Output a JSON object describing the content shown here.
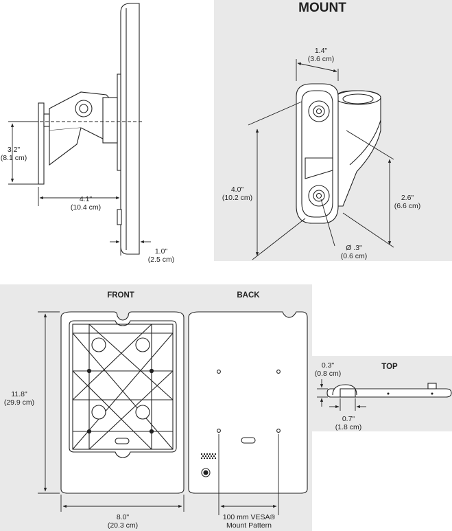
{
  "side_view": {
    "dims": [
      {
        "in": "3.2\"",
        "cm": "(8.1 cm)"
      },
      {
        "in": "4.1\"",
        "cm": "(10.4 cm)"
      },
      {
        "in": "1.0\"",
        "cm": "(2.5 cm)"
      }
    ]
  },
  "mount": {
    "title": "MOUNT",
    "dims": [
      {
        "in": "1.4\"",
        "cm": "(3.6 cm)"
      },
      {
        "in": "4.0\"",
        "cm": "(10.2 cm)"
      },
      {
        "in": "2.6\"",
        "cm": "(6.6 cm)"
      },
      {
        "in": "Ø .3\"",
        "cm": "(0.6 cm)"
      }
    ]
  },
  "front": {
    "title": "FRONT",
    "height": {
      "in": "11.8\"",
      "cm": "(29.9 cm)"
    },
    "width": {
      "in": "8.0\"",
      "cm": "(20.3 cm)"
    }
  },
  "back": {
    "title": "BACK",
    "vesa_line1": "100 mm VESA®",
    "vesa_line2": "Mount Pattern"
  },
  "top_view": {
    "title": "TOP",
    "dims": [
      {
        "in": "0.3\"",
        "cm": "(0.8 cm)"
      },
      {
        "in": "0.7\"",
        "cm": "(1.8 cm)"
      }
    ]
  },
  "colors": {
    "panel": "#e9e9e9",
    "line": "#222222",
    "page": "#ffffff"
  }
}
